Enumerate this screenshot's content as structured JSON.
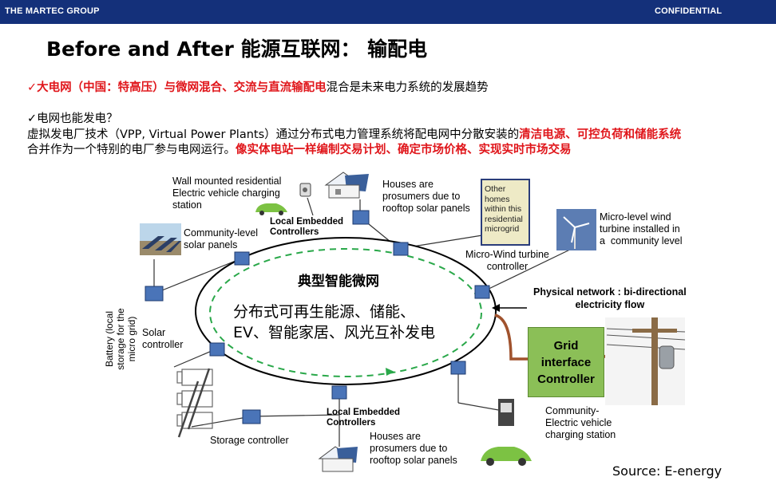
{
  "header": {
    "brand": "THE MARTEC GROUP",
    "confidential": "CONFIDENTIAL"
  },
  "title": "Before and After 能源互联网： 输配电",
  "bullets": {
    "line1_red": "✓大电网（中国：特高压）与微网混合、交流与直流输配电",
    "line1_rest": "混合是未来电力系统的发展趋势",
    "line2": "✓电网也能发电？",
    "line3_a": "虚拟发电厂技术（VPP, Virtual Power Plants）通过分布式电力管理系统将配电网中分散安装的",
    "line3_red": "清洁电源、可控负荷和储能系统",
    "line4_a": "合并作为一个特别的电厂参与电网运行。",
    "line4_red": "像实体电站一样编制交易计划、确定市场价格、实现实时市场交易"
  },
  "diagram": {
    "center_title": "典型智能微网",
    "center_line1": "分布式可再生能源、储能、",
    "center_line2": "EV、智能家居、风光互补发电",
    "wall_ev": "Wall mounted residential\nElectric vehicle charging\nstation",
    "local_top": "Local Embedded\nControllers",
    "houses_top": "Houses are\nprosumers due to\nrooftop solar panels",
    "other_homes": "Other\nhomes\nwithin this\nresidential\nmicrogrid",
    "micro_wind": "Micro-level wind\nturbine installed in\na  community level",
    "community_solar": "Community-level\nsolar panels",
    "wind_controller": "Micro-Wind turbine\ncontroller",
    "physical_network": "Physical network : bi-directional\nelectricity flow",
    "solar_controller": "Solar\ncontroller",
    "grid_interface": "Grid\ninterface\nController",
    "battery": "Battery (local\nstorage for the\nmicro grid)",
    "local_bottom": "Local Embedded\nControllers",
    "storage_controller": "Storage controller",
    "houses_bottom": "Houses are\nprosumers due to\nrooftop solar panels",
    "community_ev": "Community-\nElectric vehicle\ncharging station"
  },
  "source": "Source: E-energy",
  "colors": {
    "header_bg": "#14307a",
    "red_text": "#e0161b",
    "controller_box": "#4a74b8",
    "grid_box": "#8bbf57",
    "dashed_ring": "#2aa84a",
    "power_line": "#a0522d"
  }
}
